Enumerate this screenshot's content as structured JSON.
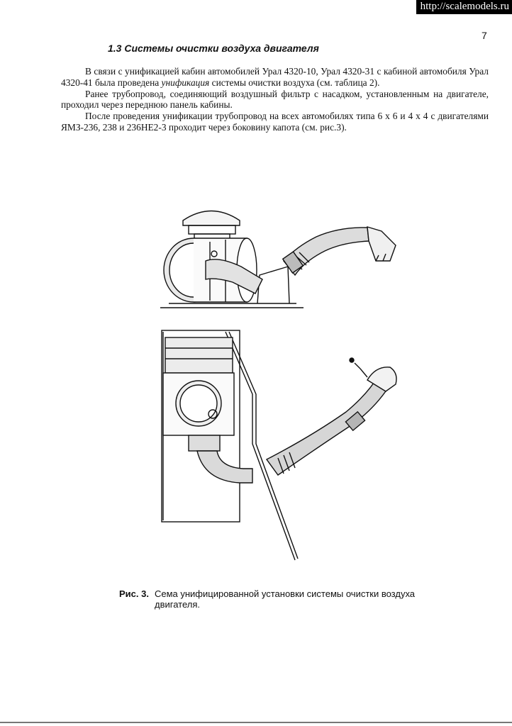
{
  "watermark": "http://scalemodels.ru",
  "page_number": "7",
  "section_title": "1.3  Системы очистки воздуха двигателя",
  "paragraphs": {
    "p1_before": "В связи с унификацией кабин автомобилей Урал 4320-10, Урал 4320-31 с кабиной автомобиля Урал 4320-41 была проведена ",
    "p1_em": "унификация",
    "p1_after": " системы очистки воздуха (см. таблица 2).",
    "p2": "Ранее трубопровод, соединяющий воздушный фильтр с насадком, установленным на двигателе, проходил через переднюю панель кабины.",
    "p3": "После проведения унификации трубопровод на всех автомобилях типа 6 х 6 и 4 х 4 с двигателями ЯМЗ-236, 238 и 236НЕ2-3 проходит через боковину капота (см. рис.3)."
  },
  "figure": {
    "caption_label": "Рис. 3.",
    "caption_line1": "Сема унифицированной установки системы очистки воздуха",
    "caption_line2": "двигателя."
  }
}
